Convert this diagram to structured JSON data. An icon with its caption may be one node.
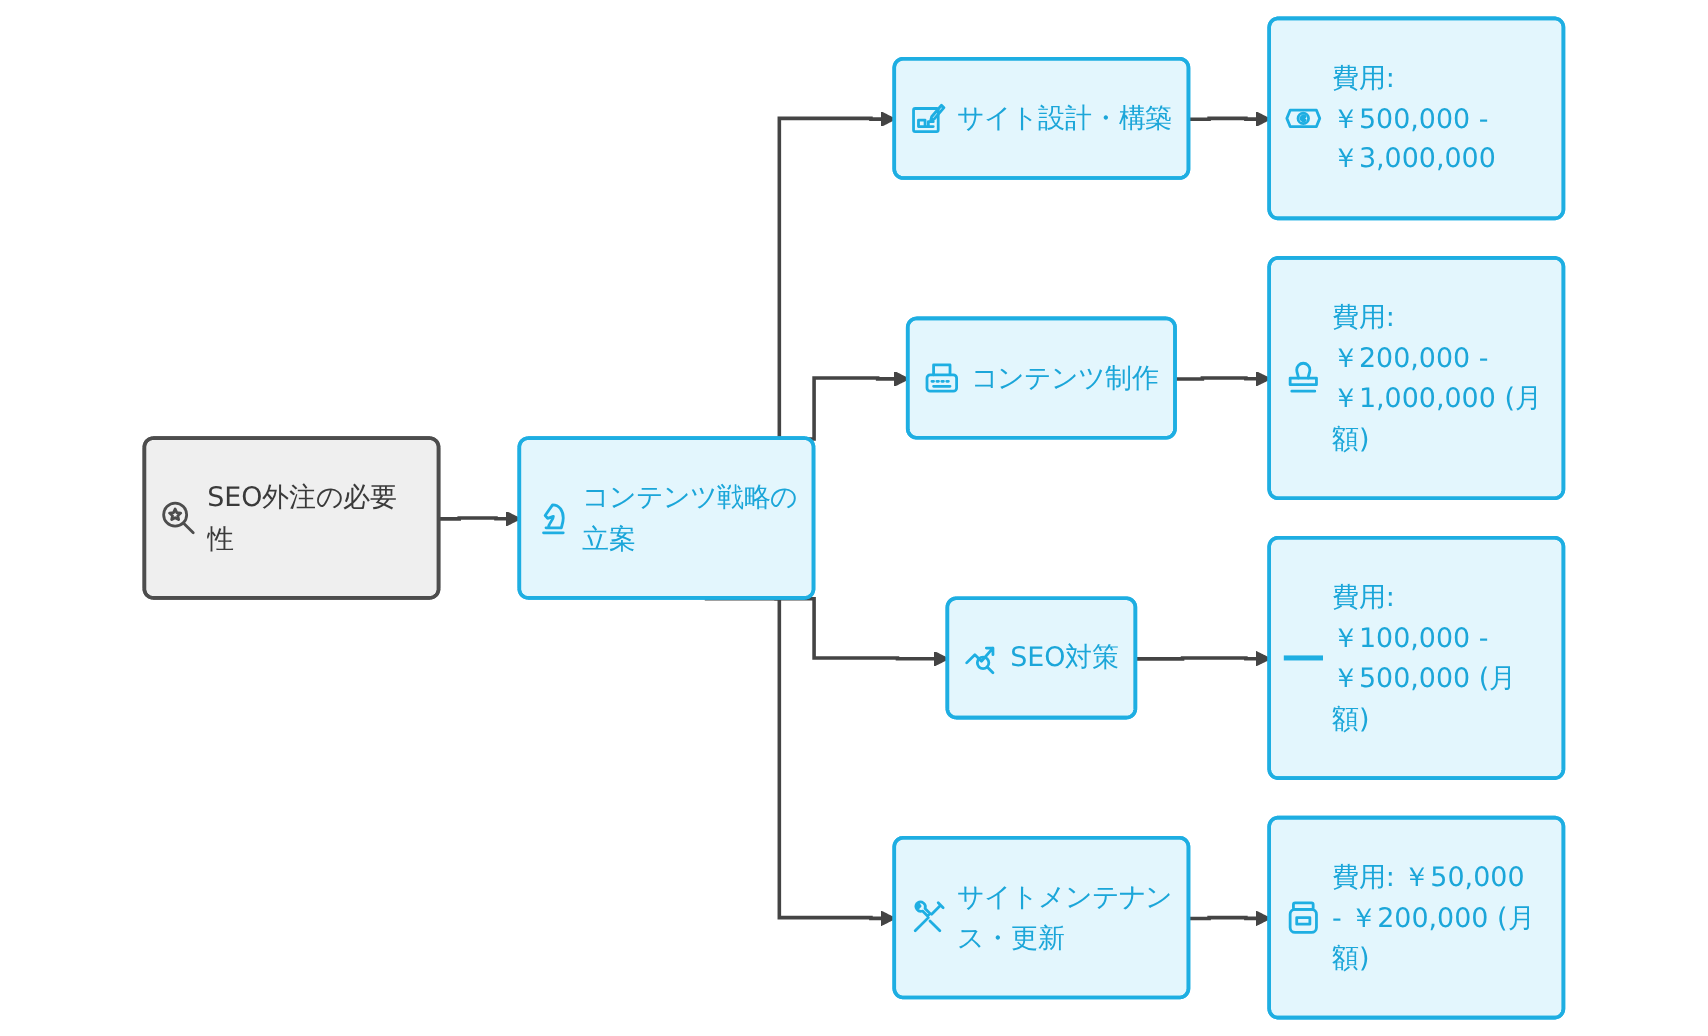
{
  "diagram": {
    "nodes": [
      {
        "text": [
          "SEO外注の必要性"
        ]
      },
      {
        "text": [
          "コンテンツ戦略の立案"
        ]
      },
      {
        "text": [
          "サイト設計・構築"
        ]
      },
      {
        "text": [
          "費用: ￥500,000 - ￥3,000,000"
        ]
      },
      {
        "text": [
          "コンテンツ制作"
        ]
      },
      {
        "text": [
          "費用: ￥200,000 - ￥1,000,000 (月額)"
        ]
      },
      {
        "text": [
          "SEO対策"
        ]
      },
      {
        "text": [
          "費用: ￥100,000 - ￥500,000 (月額)"
        ]
      },
      {
        "text": [
          "サイトメンテナンス・更新"
        ]
      },
      {
        "text": [
          "費用: ￥50,000 - ￥200,000 (月額)"
        ]
      }
    ],
    "edges": [
      {
        "from": 0,
        "to": 1,
        "arrow": "to"
      },
      {
        "from": 1,
        "to": 2,
        "arrow": "to"
      },
      {
        "from": 1,
        "to": 4,
        "arrow": "to"
      },
      {
        "from": 1,
        "to": 6,
        "arrow": "to"
      },
      {
        "from": 1,
        "to": 8,
        "arrow": "to"
      },
      {
        "from": 2,
        "to": 3,
        "arrow": "to"
      },
      {
        "from": 4,
        "to": 5,
        "arrow": "to"
      },
      {
        "from": 6,
        "to": 7,
        "arrow": "to"
      },
      {
        "from": 8,
        "to": 9,
        "arrow": "to"
      }
    ]
  }
}
